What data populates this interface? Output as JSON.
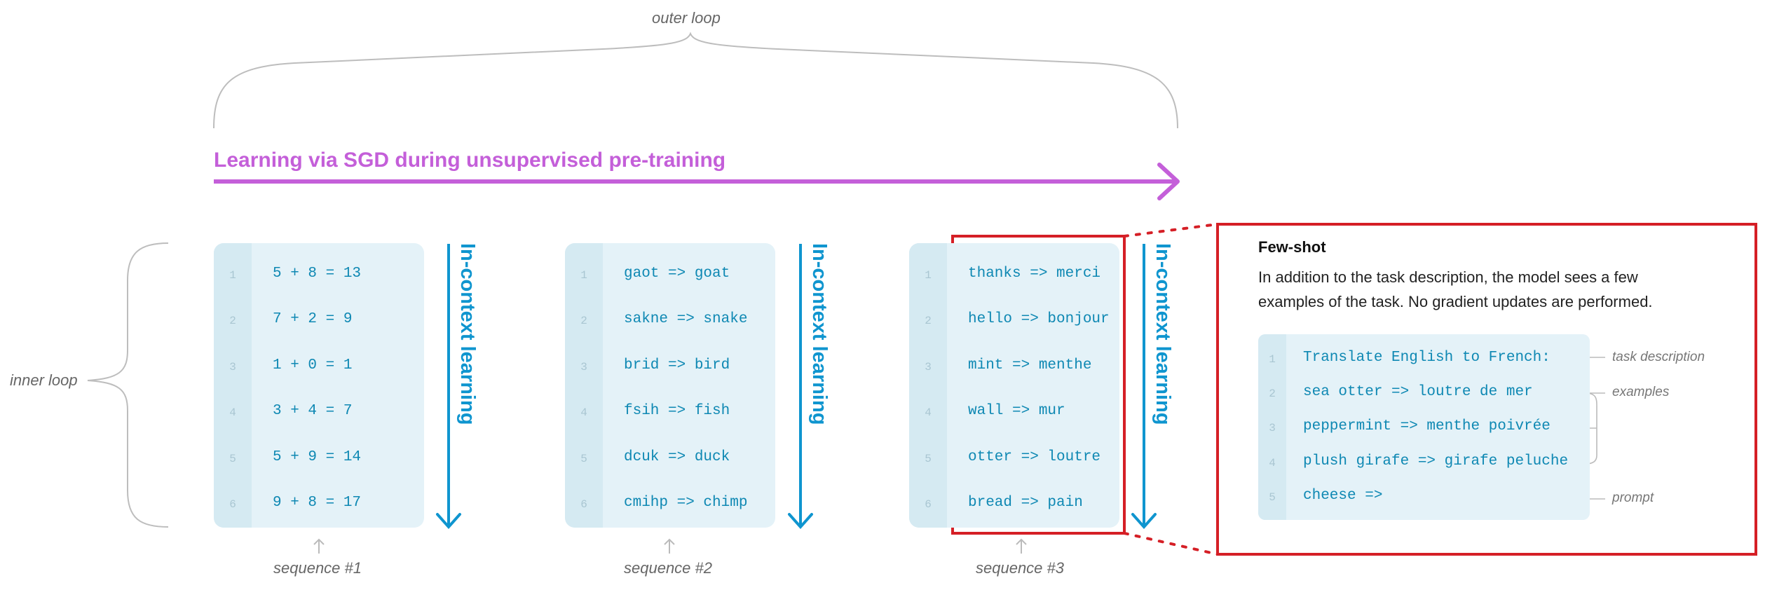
{
  "outer_loop_label": "outer loop",
  "inner_loop_label": "inner loop",
  "sgd_title": "Learning via SGD during unsupervised pre-training",
  "icl_label": "In-context learning",
  "sequences": [
    {
      "label": "sequence #1",
      "lines": [
        {
          "num": "1",
          "text": "5 + 8 = 13"
        },
        {
          "num": "2",
          "text": "7 + 2 = 9"
        },
        {
          "num": "3",
          "text": "1 + 0 = 1"
        },
        {
          "num": "4",
          "text": "3 + 4 = 7"
        },
        {
          "num": "5",
          "text": "5 + 9 = 14"
        },
        {
          "num": "6",
          "text": "9 + 8 = 17"
        }
      ]
    },
    {
      "label": "sequence #2",
      "lines": [
        {
          "num": "1",
          "text": "gaot => goat"
        },
        {
          "num": "2",
          "text": "sakne => snake"
        },
        {
          "num": "3",
          "text": "brid => bird"
        },
        {
          "num": "4",
          "text": "fsih => fish"
        },
        {
          "num": "5",
          "text": "dcuk => duck"
        },
        {
          "num": "6",
          "text": "cmihp => chimp"
        }
      ]
    },
    {
      "label": "sequence #3",
      "lines": [
        {
          "num": "1",
          "text": "thanks => merci"
        },
        {
          "num": "2",
          "text": "hello => bonjour"
        },
        {
          "num": "3",
          "text": "mint => menthe"
        },
        {
          "num": "4",
          "text": "wall => mur"
        },
        {
          "num": "5",
          "text": "otter => loutre"
        },
        {
          "num": "6",
          "text": "bread => pain"
        }
      ]
    }
  ],
  "few_shot": {
    "title": "Few-shot",
    "description_line1": "In addition to the task description, the model sees a few",
    "description_line2": "examples of the task. No gradient updates are performed.",
    "lines": [
      {
        "num": "1",
        "text": "Translate English to French:"
      },
      {
        "num": "2",
        "text": "sea otter => loutre de mer"
      },
      {
        "num": "3",
        "text": "peppermint => menthe poivrée"
      },
      {
        "num": "4",
        "text": "plush girafe => girafe peluche"
      },
      {
        "num": "5",
        "text": "cheese =>"
      }
    ],
    "annotations": {
      "task_description": "task description",
      "examples": "examples",
      "prompt": "prompt"
    }
  },
  "colors": {
    "sgd_purple": "#c45fd9",
    "icl_blue": "#0f95cf",
    "highlight_red": "#d51f26",
    "panel_bg": "#e4f2f8"
  }
}
